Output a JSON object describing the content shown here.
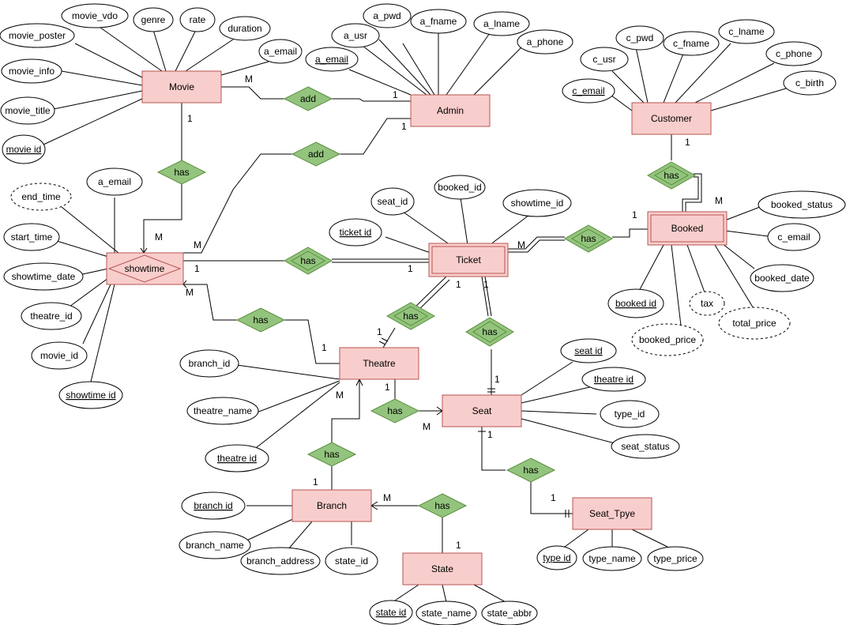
{
  "entities": {
    "movie": "Movie",
    "admin": "Admin",
    "customer": "Customer",
    "showtime": "showtime",
    "ticket": "Ticket",
    "booked": "Booked",
    "theatre": "Theatre",
    "seat": "Seat",
    "branch": "Branch",
    "state": "State",
    "seat_type": "Seat_Tpye"
  },
  "relationships": {
    "add": "add",
    "has": "has"
  },
  "attributes": {
    "movie_vdo": "movie_vdo",
    "genre": "genre",
    "rate": "rate",
    "duration": "duration",
    "movie_poster": "movie_poster",
    "a_email": "a_email",
    "movie_info": "movie_info",
    "movie_title": "movie_title",
    "movie_id": "movie id",
    "a_pwd": "a_pwd",
    "a_fname": "a_fname",
    "a_lname": "a_lname",
    "a_usr": "a_usr",
    "a_phone": "a_phone",
    "c_pwd": "c_pwd",
    "c_fname": "c_fname",
    "c_lname": "c_lname",
    "c_usr": "c_usr",
    "c_phone": "c_phone",
    "c_email": "c_email",
    "c_birth": "c_birth",
    "end_time": "end_time",
    "start_time": "start_time",
    "showtime_date": "showtime_date",
    "theatre_id": "theatre_id",
    "movie_id_plain": "movie_id",
    "showtime_id": "showtime id",
    "seat_id": "seat_id",
    "booked_id": "booked_id",
    "showtime_id_plain": "showtime_id",
    "ticket_id": "ticket id",
    "booked_status": "booked_status",
    "booked_date": "booked_date",
    "booked_id_key": "booked id",
    "tax": "tax",
    "booked_price": "booked_price",
    "total_price": "total_price",
    "branch_id": "branch_id",
    "theatre_name": "theatre_name",
    "theatre_id_key": "theatre id",
    "seat_id_key": "seat id",
    "theatre_id_seat": "theatre id",
    "type_id": "type_id",
    "seat_status": "seat_status",
    "branch_id_key": "branch id",
    "branch_name": "branch_name",
    "branch_address": "branch_address",
    "state_id": "state_id",
    "state_id_key": "state id",
    "state_name": "state_name",
    "state_abbr": "state_abbr",
    "type_id_key": "type id",
    "type_name": "type_name",
    "type_price": "type_price"
  },
  "cardinality": {
    "one": "1",
    "many": "M"
  },
  "colors": {
    "entity_fill": "#f8cecc",
    "entity_stroke": "#b85450",
    "relationship_fill": "#93c47d",
    "relationship_stroke": "#5b8e3e"
  }
}
